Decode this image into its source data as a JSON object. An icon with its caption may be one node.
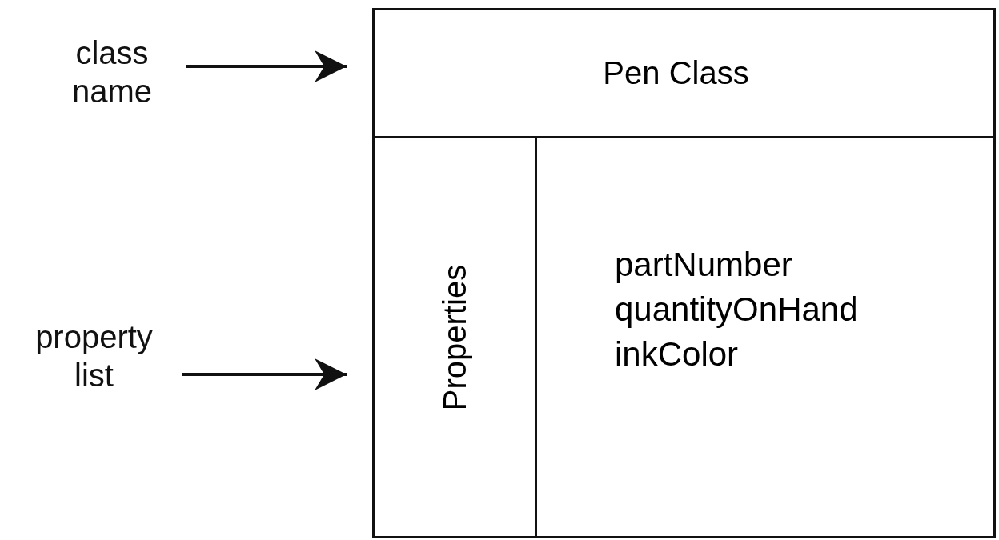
{
  "diagram": {
    "nodes": [
      {
        "text": [
          "class name"
        ]
      },
      {
        "text": [
          "property list"
        ]
      },
      {
        "text": [
          "Pen Class"
        ]
      },
      {
        "text": [
          "Properties"
        ]
      },
      {
        "text": [
          "partNumber",
          "quantityOnHand",
          "inkColor"
        ]
      }
    ],
    "edges": [
      {
        "from": 0,
        "to": 2,
        "arrow": "to"
      },
      {
        "from": 1,
        "to": 3,
        "arrow": "to"
      }
    ]
  }
}
